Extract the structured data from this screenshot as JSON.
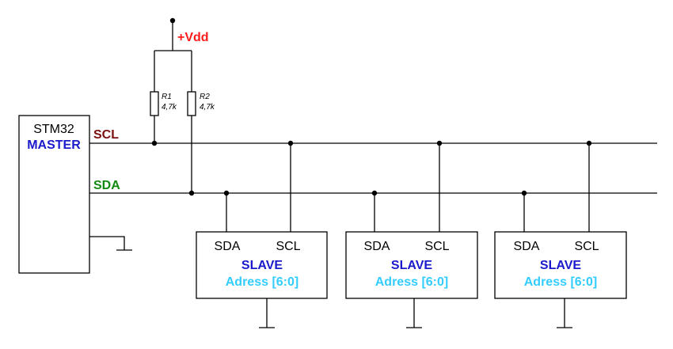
{
  "power": {
    "label": "+Vdd",
    "color": "#ff1a1a"
  },
  "resistors": [
    {
      "name": "R1",
      "value": "4,7k"
    },
    {
      "name": "R2",
      "value": "4,7k"
    }
  ],
  "master": {
    "chip": "STM32",
    "role": "MASTER",
    "role_color": "#1a1acc"
  },
  "buses": {
    "scl": {
      "label": "SCL",
      "color": "#7a1010"
    },
    "sda": {
      "label": "SDA",
      "color": "#128a12"
    }
  },
  "slaves": [
    {
      "pin_sda": "SDA",
      "pin_scl": "SCL",
      "title": "SLAVE",
      "address": "Adress [6:0]"
    },
    {
      "pin_sda": "SDA",
      "pin_scl": "SCL",
      "title": "SLAVE",
      "address": "Adress [6:0]"
    },
    {
      "pin_sda": "SDA",
      "pin_scl": "SCL",
      "title": "SLAVE",
      "address": "Adress [6:0]"
    }
  ],
  "colors": {
    "slave_title": "#1a1acc",
    "address": "#33ccff"
  }
}
